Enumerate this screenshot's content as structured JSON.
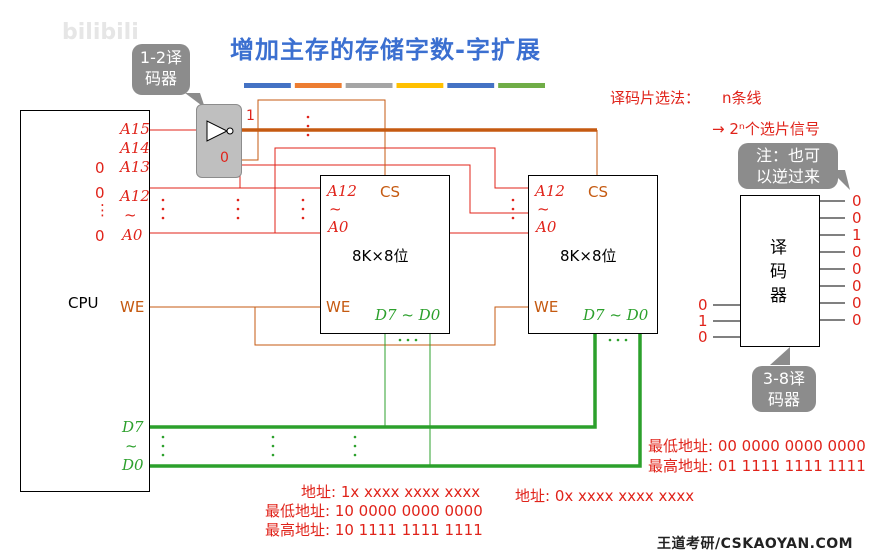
{
  "watermark": "bilibili",
  "title": "增加主存的存储字数-字扩展",
  "title_bar_colors": [
    "#4472c4",
    "#ed7d31",
    "#a5a5a5",
    "#ffc000",
    "#4472c4",
    "#70ad47"
  ],
  "decoder12_callout": "1-2译\n码器",
  "decoder12_out_top": "1",
  "decoder12_out_bottom": "0",
  "cpu": {
    "label": "CPU",
    "addr_pins": [
      "A15",
      "A14",
      "A13",
      "A12",
      "A0"
    ],
    "a13_value": "0",
    "a12_value": "0",
    "a0_value": "0",
    "we": "WE",
    "data_top": "D7",
    "data_bottom": "D0"
  },
  "chip1": {
    "addr_top": "A12",
    "addr_bottom": "A0",
    "cs": "CS",
    "capacity": "8K×8位",
    "we": "WE",
    "data": "D7 ~ D0"
  },
  "chip2": {
    "addr_top": "A12",
    "addr_bottom": "A0",
    "cs": "CS",
    "capacity": "8K×8位",
    "we": "WE",
    "data": "D7 ~ D0"
  },
  "notes": {
    "select_method": "译码片选法：",
    "n_lines": "n条线",
    "signals": "→ 2ⁿ个选片信号",
    "reverse": "注：也可\n以逆过来"
  },
  "decoder38": {
    "label": "译\n码\n器",
    "inputs": [
      "0",
      "1",
      "0"
    ],
    "outputs": [
      "0",
      "0",
      "1",
      "0",
      "0",
      "0",
      "0",
      "0"
    ],
    "callout": "3-8译\n码器"
  },
  "chip1_addresses": {
    "pattern": "地址: 1x xxxx xxxx xxxx",
    "min": "最低地址: 10 0000 0000 0000",
    "max": "最高地址: 10 1111 1111 1111"
  },
  "chip2_addresses": {
    "pattern": "地址: 0x xxxx xxxx xxxx",
    "min": "最低地址: 00 0000 0000 0000",
    "max": "最高地址: 01 1111 1111 1111"
  },
  "footer": "王道考研/CSKAOYAN.COM",
  "colors": {
    "red": "#e0231a",
    "orange": "#c55a11",
    "green": "#2ca02c",
    "gray": "#8c8c8c",
    "title": "#3b6fd0"
  }
}
